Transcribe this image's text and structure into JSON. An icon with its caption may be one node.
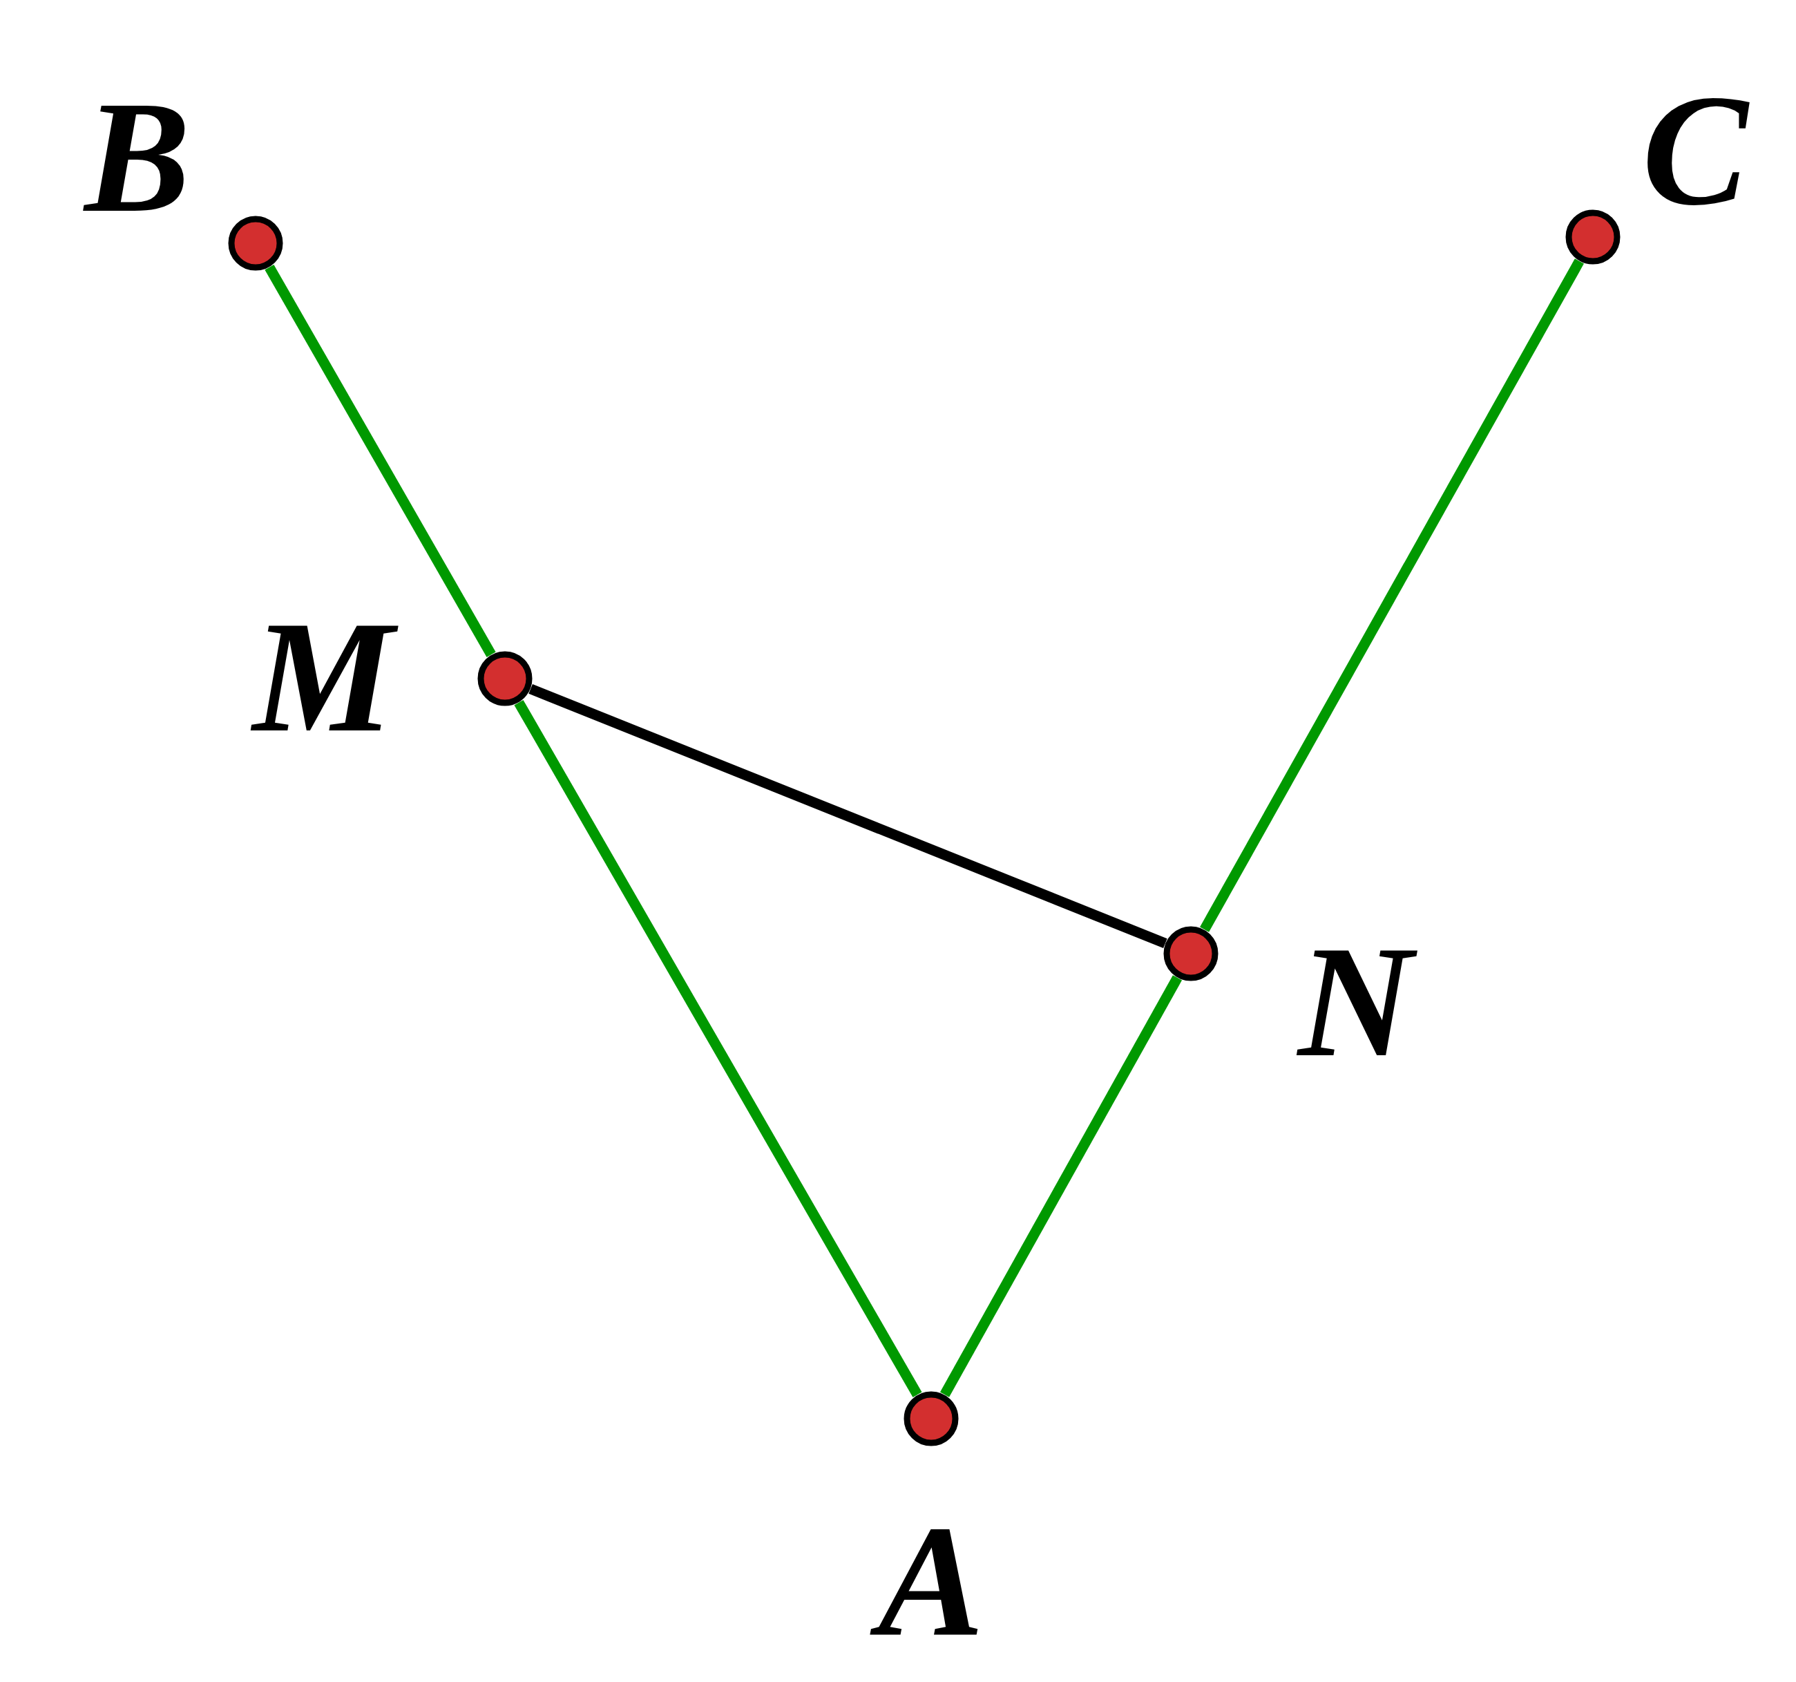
{
  "diagram": {
    "nodes": [
      {
        "text": [],
        "shape": "circle",
        "beside": [
          "B"
        ]
      },
      {
        "text": [],
        "shape": "circle",
        "beside": [
          "C"
        ]
      },
      {
        "text": [],
        "shape": "circle",
        "beside": [
          "M"
        ]
      },
      {
        "text": [],
        "shape": "circle",
        "beside": [
          "N"
        ]
      },
      {
        "text": [],
        "shape": "circle",
        "beside": [
          "A"
        ]
      }
    ],
    "edges": [
      {
        "from": 0,
        "to": 2,
        "arrow": "none"
      },
      {
        "from": 2,
        "to": 4,
        "arrow": "none"
      },
      {
        "from": 4,
        "to": 3,
        "arrow": "none"
      },
      {
        "from": 3,
        "to": 1,
        "arrow": "none"
      },
      {
        "from": 2,
        "to": 3,
        "arrow": "none",
        "color": "#000000"
      }
    ]
  }
}
